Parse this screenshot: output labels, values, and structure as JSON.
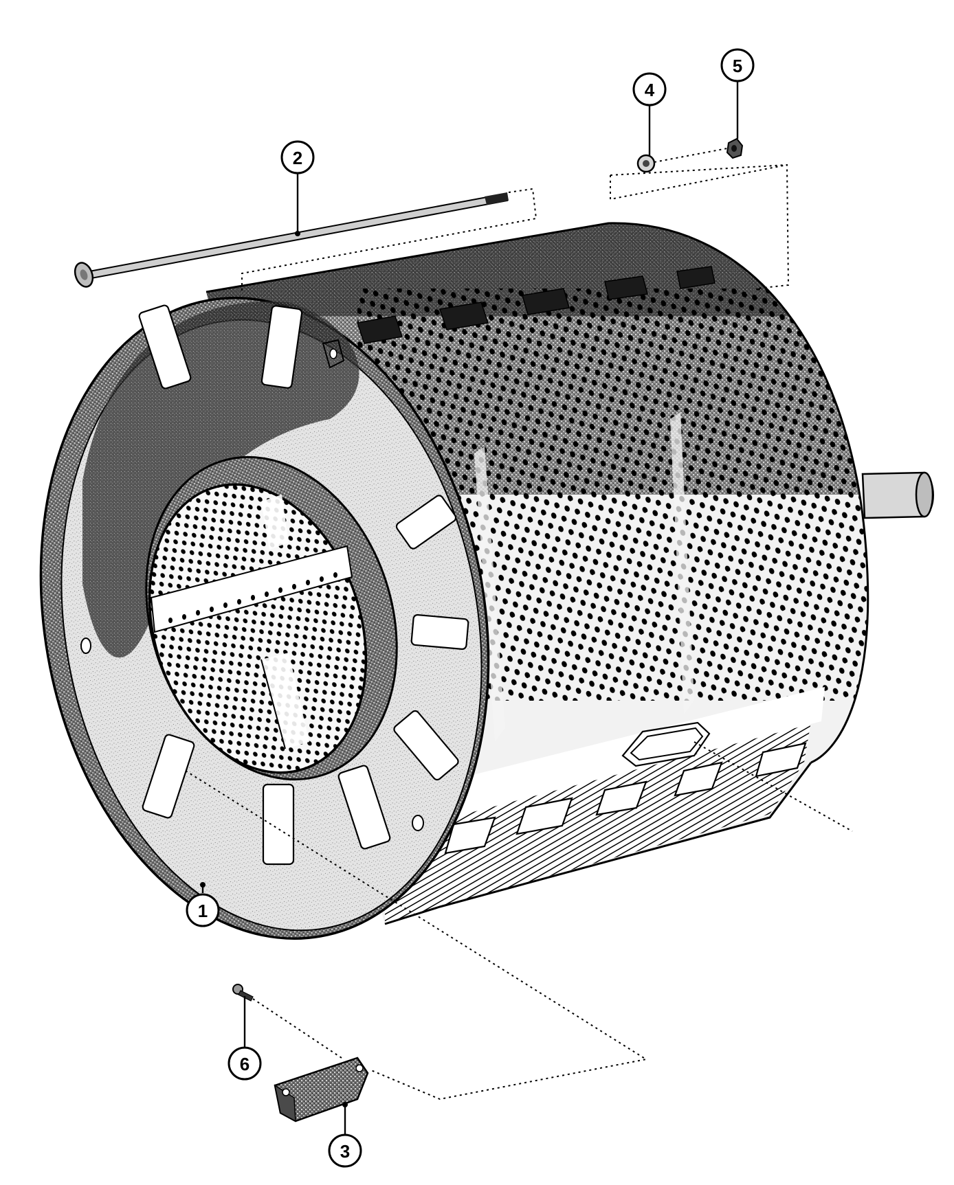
{
  "colors": {
    "line": "#000000",
    "background": "#ffffff",
    "shade_dark": "#3a3a3a",
    "shade_mid": "#8a8a8a",
    "shade_light": "#d4d4d4"
  },
  "callouts": [
    {
      "id": "1",
      "label": "1"
    },
    {
      "id": "2",
      "label": "2"
    },
    {
      "id": "3",
      "label": "3"
    },
    {
      "id": "4",
      "label": "4"
    },
    {
      "id": "5",
      "label": "5"
    },
    {
      "id": "6",
      "label": "6"
    }
  ]
}
